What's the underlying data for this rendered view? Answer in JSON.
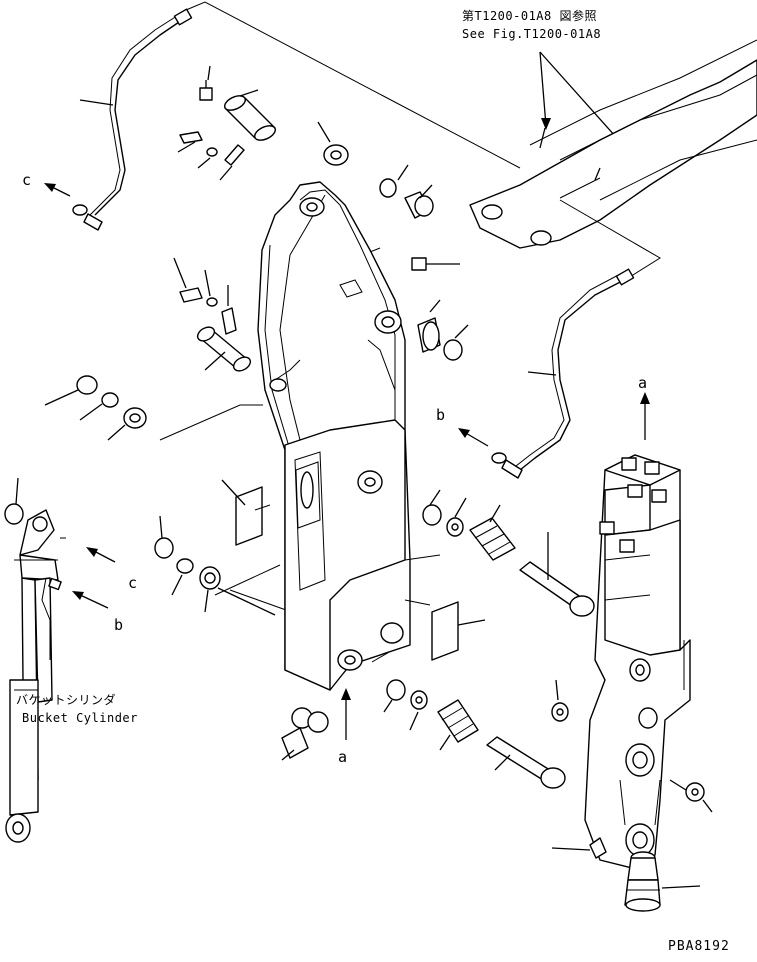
{
  "diagram": {
    "reference_jp": "第T1200-01A8 図参照",
    "reference_en": "See Fig.T1200-01A8",
    "cylinder_label_jp": "バケットシリンダ",
    "cylinder_label_en": "Bucket Cylinder",
    "drawing_code": "PBA8192",
    "callouts": [
      "a",
      "a",
      "b",
      "b",
      "c",
      "c"
    ]
  }
}
